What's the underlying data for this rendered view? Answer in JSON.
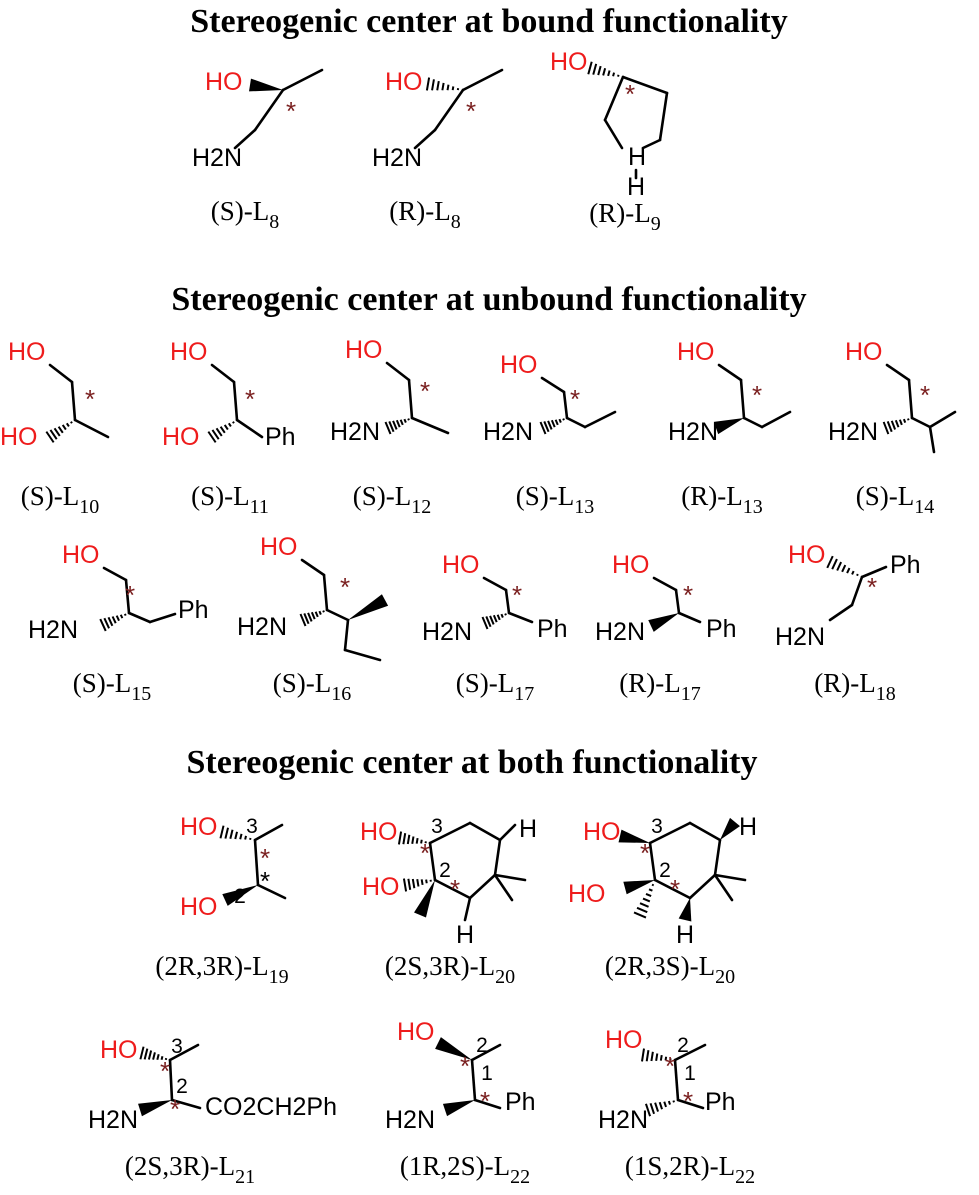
{
  "headers": {
    "bound": "Stereogenic center at bound functionality",
    "unbound": "Stereogenic center at unbound functionality",
    "both": "Stereogenic center at both functionality"
  },
  "atoms": {
    "HO": "HO",
    "H2N": "H2N",
    "Ph": "Ph",
    "H": "H",
    "star": "*",
    "ester": "CO2CH2Ph"
  },
  "locants": {
    "one": "1",
    "two": "2",
    "three": "3"
  },
  "colors": {
    "oxygen": "#ee1c1c",
    "star": "#7a1f1f",
    "bond": "#000000"
  },
  "molecules": [
    {
      "id": "S-L8",
      "prefix": "(S)-L",
      "sub": "8"
    },
    {
      "id": "R-L8",
      "prefix": "(R)-L",
      "sub": "8"
    },
    {
      "id": "R-L9",
      "prefix": "(R)-L",
      "sub": "9"
    },
    {
      "id": "S-L10",
      "prefix": "(S)-L",
      "sub": "10"
    },
    {
      "id": "S-L11",
      "prefix": "(S)-L",
      "sub": "11"
    },
    {
      "id": "S-L12",
      "prefix": "(S)-L",
      "sub": "12"
    },
    {
      "id": "S-L13",
      "prefix": "(S)-L",
      "sub": "13"
    },
    {
      "id": "R-L13",
      "prefix": "(R)-L",
      "sub": "13"
    },
    {
      "id": "S-L14",
      "prefix": "(S)-L",
      "sub": "14"
    },
    {
      "id": "S-L15",
      "prefix": "(S)-L",
      "sub": "15"
    },
    {
      "id": "S-L16",
      "prefix": "(S)-L",
      "sub": "16"
    },
    {
      "id": "S-L17",
      "prefix": "(S)-L",
      "sub": "17"
    },
    {
      "id": "R-L17",
      "prefix": "(R)-L",
      "sub": "17"
    },
    {
      "id": "R-L18",
      "prefix": "(R)-L",
      "sub": "18"
    },
    {
      "id": "2R3R-L19",
      "prefix": "(2R,3R)-L",
      "sub": "19"
    },
    {
      "id": "2S3R-L20",
      "prefix": "(2S,3R)-L",
      "sub": "20"
    },
    {
      "id": "2R3S-L20",
      "prefix": "(2R,3S)-L",
      "sub": "20"
    },
    {
      "id": "2S3R-L21",
      "prefix": "(2S,3R)-L",
      "sub": "21"
    },
    {
      "id": "1R2S-L22",
      "prefix": "(1R,2S)-L",
      "sub": "22"
    },
    {
      "id": "1S2R-L22",
      "prefix": "(1S,2R)-L",
      "sub": "22"
    }
  ]
}
